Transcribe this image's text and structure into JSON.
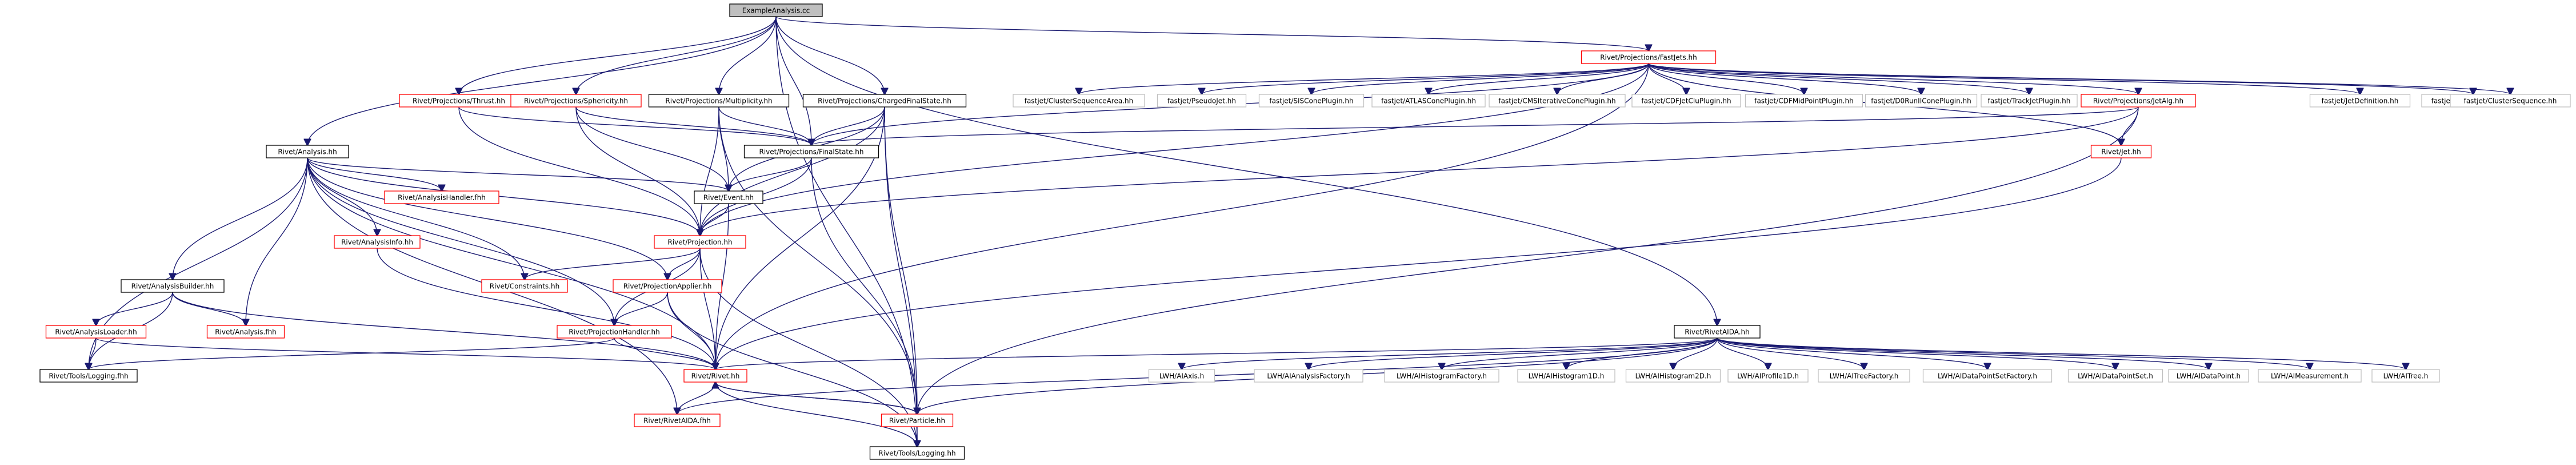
{
  "title": "ExampleAnalysis.cc",
  "colors": {
    "root_fill": "#bfbfbf",
    "red_border": "#ff0000",
    "black_border": "#000000",
    "gray_border": "#bfbfbf",
    "edge": "#191970",
    "text": "#000000"
  },
  "nodes": [
    {
      "id": "root",
      "label": "ExampleAnalysis.cc",
      "style": "root"
    },
    {
      "id": "fastjets",
      "label": "Rivet/Projections/FastJets.hh",
      "style": "red"
    },
    {
      "id": "analysis",
      "label": "Rivet/Analysis.hh",
      "style": "black"
    },
    {
      "id": "thrust",
      "label": "Rivet/Projections/Thrust.hh",
      "style": "red"
    },
    {
      "id": "sphericity",
      "label": "Rivet/Projections/Sphericity.hh",
      "style": "red"
    },
    {
      "id": "multiplicity",
      "label": "Rivet/Projections/Multiplicity.hh",
      "style": "black"
    },
    {
      "id": "chargedfs",
      "label": "Rivet/Projections/ChargedFinalState.hh",
      "style": "black"
    },
    {
      "id": "csa",
      "label": "fastjet/ClusterSequenceArea.hh",
      "style": "gray"
    },
    {
      "id": "pseudojet",
      "label": "fastjet/PseudoJet.hh",
      "style": "gray"
    },
    {
      "id": "siscone",
      "label": "fastjet/SISConePlugin.hh",
      "style": "gray"
    },
    {
      "id": "atlascone",
      "label": "fastjet/ATLASConePlugin.hh",
      "style": "gray"
    },
    {
      "id": "cmscone",
      "label": "fastjet/CMSIterativeConePlugin.hh",
      "style": "gray"
    },
    {
      "id": "cdfjetclu",
      "label": "fastjet/CDFJetCluPlugin.hh",
      "style": "gray"
    },
    {
      "id": "cdfmidpoint",
      "label": "fastjet/CDFMidPointPlugin.hh",
      "style": "gray"
    },
    {
      "id": "d0runii",
      "label": "fastjet/D0RunIIConePlugin.hh",
      "style": "gray"
    },
    {
      "id": "trackjet",
      "label": "fastjet/TrackJetPlugin.hh",
      "style": "gray"
    },
    {
      "id": "jetalg",
      "label": "Rivet/Projections/JetAlg.hh",
      "style": "red"
    },
    {
      "id": "jetdef",
      "label": "fastjet/JetDefinition.hh",
      "style": "gray"
    },
    {
      "id": "areadef",
      "label": "fastjet/AreaDefinition.hh",
      "style": "gray"
    },
    {
      "id": "clusterseq",
      "label": "fastjet/ClusterSequence.hh",
      "style": "gray"
    },
    {
      "id": "finalstate",
      "label": "Rivet/Projections/FinalState.hh",
      "style": "black"
    },
    {
      "id": "jet",
      "label": "Rivet/Jet.hh",
      "style": "red"
    },
    {
      "id": "analysishandler",
      "label": "Rivet/AnalysisHandler.fhh",
      "style": "red"
    },
    {
      "id": "event",
      "label": "Rivet/Event.hh",
      "style": "black"
    },
    {
      "id": "projection",
      "label": "Rivet/Projection.hh",
      "style": "red"
    },
    {
      "id": "analysisinfo",
      "label": "Rivet/AnalysisInfo.hh",
      "style": "red"
    },
    {
      "id": "constraints",
      "label": "Rivet/Constraints.hh",
      "style": "red"
    },
    {
      "id": "projapplier",
      "label": "Rivet/ProjectionApplier.hh",
      "style": "red"
    },
    {
      "id": "analysisbuilder",
      "label": "Rivet/AnalysisBuilder.hh",
      "style": "black"
    },
    {
      "id": "analysisloader",
      "label": "Rivet/AnalysisLoader.hh",
      "style": "red"
    },
    {
      "id": "analysisfhh",
      "label": "Rivet/Analysis.fhh",
      "style": "red"
    },
    {
      "id": "projhandler",
      "label": "Rivet/ProjectionHandler.hh",
      "style": "red"
    },
    {
      "id": "loggingfhh",
      "label": "Rivet/Tools/Logging.fhh",
      "style": "black"
    },
    {
      "id": "rivetaida",
      "label": "Rivet/RivetAIDA.hh",
      "style": "black"
    },
    {
      "id": "rivethh",
      "label": "Rivet/Rivet.hh",
      "style": "red"
    },
    {
      "id": "aidafhh",
      "label": "Rivet/RivetAIDA.fhh",
      "style": "red"
    },
    {
      "id": "particle",
      "label": "Rivet/Particle.hh",
      "style": "red"
    },
    {
      "id": "logginghh",
      "label": "Rivet/Tools/Logging.hh",
      "style": "black"
    },
    {
      "id": "iaxis",
      "label": "LWH/AIAxis.h",
      "style": "gray"
    },
    {
      "id": "ianafac",
      "label": "LWH/AIAnalysisFactory.h",
      "style": "gray"
    },
    {
      "id": "ihistfac",
      "label": "LWH/AIHistogramFactory.h",
      "style": "gray"
    },
    {
      "id": "ihist1d",
      "label": "LWH/AIHistogram1D.h",
      "style": "gray"
    },
    {
      "id": "ihist2d",
      "label": "LWH/AIHistogram2D.h",
      "style": "gray"
    },
    {
      "id": "iprof1d",
      "label": "LWH/AIProfile1D.h",
      "style": "gray"
    },
    {
      "id": "itreefac",
      "label": "LWH/AITreeFactory.h",
      "style": "gray"
    },
    {
      "id": "idpsfac",
      "label": "LWH/AIDataPointSetFactory.h",
      "style": "gray"
    },
    {
      "id": "idps",
      "label": "LWH/AIDataPointSet.h",
      "style": "gray"
    },
    {
      "id": "idp",
      "label": "LWH/AIDataPoint.h",
      "style": "gray"
    },
    {
      "id": "imeas",
      "label": "LWH/AIMeasurement.h",
      "style": "gray"
    },
    {
      "id": "itree",
      "label": "LWH/AITree.h",
      "style": "gray"
    }
  ],
  "edges": [
    [
      "root",
      "fastjets"
    ],
    [
      "root",
      "analysis"
    ],
    [
      "root",
      "thrust"
    ],
    [
      "root",
      "sphericity"
    ],
    [
      "root",
      "multiplicity"
    ],
    [
      "root",
      "chargedfs"
    ],
    [
      "root",
      "finalstate"
    ],
    [
      "root",
      "rivetaida"
    ],
    [
      "root",
      "logginghh"
    ],
    [
      "fastjets",
      "csa"
    ],
    [
      "fastjets",
      "pseudojet"
    ],
    [
      "fastjets",
      "siscone"
    ],
    [
      "fastjets",
      "atlascone"
    ],
    [
      "fastjets",
      "cmscone"
    ],
    [
      "fastjets",
      "cdfjetclu"
    ],
    [
      "fastjets",
      "cdfmidpoint"
    ],
    [
      "fastjets",
      "d0runii"
    ],
    [
      "fastjets",
      "trackjet"
    ],
    [
      "fastjets",
      "jetalg"
    ],
    [
      "fastjets",
      "jetdef"
    ],
    [
      "fastjets",
      "areadef"
    ],
    [
      "fastjets",
      "clusterseq"
    ],
    [
      "fastjets",
      "finalstate"
    ],
    [
      "fastjets",
      "projection"
    ],
    [
      "fastjets",
      "jet"
    ],
    [
      "fastjets",
      "rivethh"
    ],
    [
      "jetalg",
      "finalstate"
    ],
    [
      "jetalg",
      "projection"
    ],
    [
      "jetalg",
      "jet"
    ],
    [
      "jetalg",
      "particle"
    ],
    [
      "jet",
      "rivethh"
    ],
    [
      "thrust",
      "finalstate"
    ],
    [
      "thrust",
      "projection"
    ],
    [
      "sphericity",
      "finalstate"
    ],
    [
      "sphericity",
      "projection"
    ],
    [
      "sphericity",
      "event"
    ],
    [
      "multiplicity",
      "finalstate"
    ],
    [
      "multiplicity",
      "projection"
    ],
    [
      "multiplicity",
      "event"
    ],
    [
      "multiplicity",
      "particle"
    ],
    [
      "chargedfs",
      "finalstate"
    ],
    [
      "chargedfs",
      "projection"
    ],
    [
      "chargedfs",
      "event"
    ],
    [
      "chargedfs",
      "rivethh"
    ],
    [
      "chargedfs",
      "particle"
    ],
    [
      "chargedfs",
      "logginghh"
    ],
    [
      "finalstate",
      "projection"
    ],
    [
      "finalstate",
      "event"
    ],
    [
      "finalstate",
      "particle"
    ],
    [
      "analysis",
      "analysishandler"
    ],
    [
      "analysis",
      "event"
    ],
    [
      "analysis",
      "projection"
    ],
    [
      "analysis",
      "analysisinfo"
    ],
    [
      "analysis",
      "constraints"
    ],
    [
      "analysis",
      "projapplier"
    ],
    [
      "analysis",
      "analysisbuilder"
    ],
    [
      "analysis",
      "analysisfhh"
    ],
    [
      "analysis",
      "projhandler"
    ],
    [
      "analysis",
      "loggingfhh"
    ],
    [
      "analysis",
      "rivethh"
    ],
    [
      "analysis",
      "aidafhh"
    ],
    [
      "event",
      "projection"
    ],
    [
      "event",
      "rivethh"
    ],
    [
      "projection",
      "constraints"
    ],
    [
      "projection",
      "projapplier"
    ],
    [
      "projection",
      "projhandler"
    ],
    [
      "projection",
      "rivethh"
    ],
    [
      "projection",
      "logginghh"
    ],
    [
      "analysisinfo",
      "rivethh"
    ],
    [
      "projapplier",
      "projhandler"
    ],
    [
      "projapplier",
      "rivethh"
    ],
    [
      "projapplier",
      "logginghh"
    ],
    [
      "analysisbuilder",
      "analysisloader"
    ],
    [
      "analysisbuilder",
      "analysisfhh"
    ],
    [
      "analysisbuilder",
      "loggingfhh"
    ],
    [
      "analysisbuilder",
      "rivethh"
    ],
    [
      "analysisloader",
      "loggingfhh"
    ],
    [
      "analysisloader",
      "rivethh"
    ],
    [
      "projhandler",
      "rivethh"
    ],
    [
      "projhandler",
      "loggingfhh"
    ],
    [
      "rivethh",
      "aidafhh"
    ],
    [
      "rivethh",
      "particle"
    ],
    [
      "particle",
      "rivethh"
    ],
    [
      "particle",
      "logginghh"
    ],
    [
      "logginghh",
      "rivethh"
    ],
    [
      "rivetaida",
      "rivethh"
    ],
    [
      "rivetaida",
      "aidafhh"
    ],
    [
      "rivetaida",
      "particle"
    ],
    [
      "rivetaida",
      "iaxis"
    ],
    [
      "rivetaida",
      "ianafac"
    ],
    [
      "rivetaida",
      "ihistfac"
    ],
    [
      "rivetaida",
      "ihist1d"
    ],
    [
      "rivetaida",
      "ihist2d"
    ],
    [
      "rivetaida",
      "iprof1d"
    ],
    [
      "rivetaida",
      "itreefac"
    ],
    [
      "rivetaida",
      "idpsfac"
    ],
    [
      "rivetaida",
      "idps"
    ],
    [
      "rivetaida",
      "idp"
    ],
    [
      "rivetaida",
      "imeas"
    ],
    [
      "rivetaida",
      "itree"
    ]
  ]
}
